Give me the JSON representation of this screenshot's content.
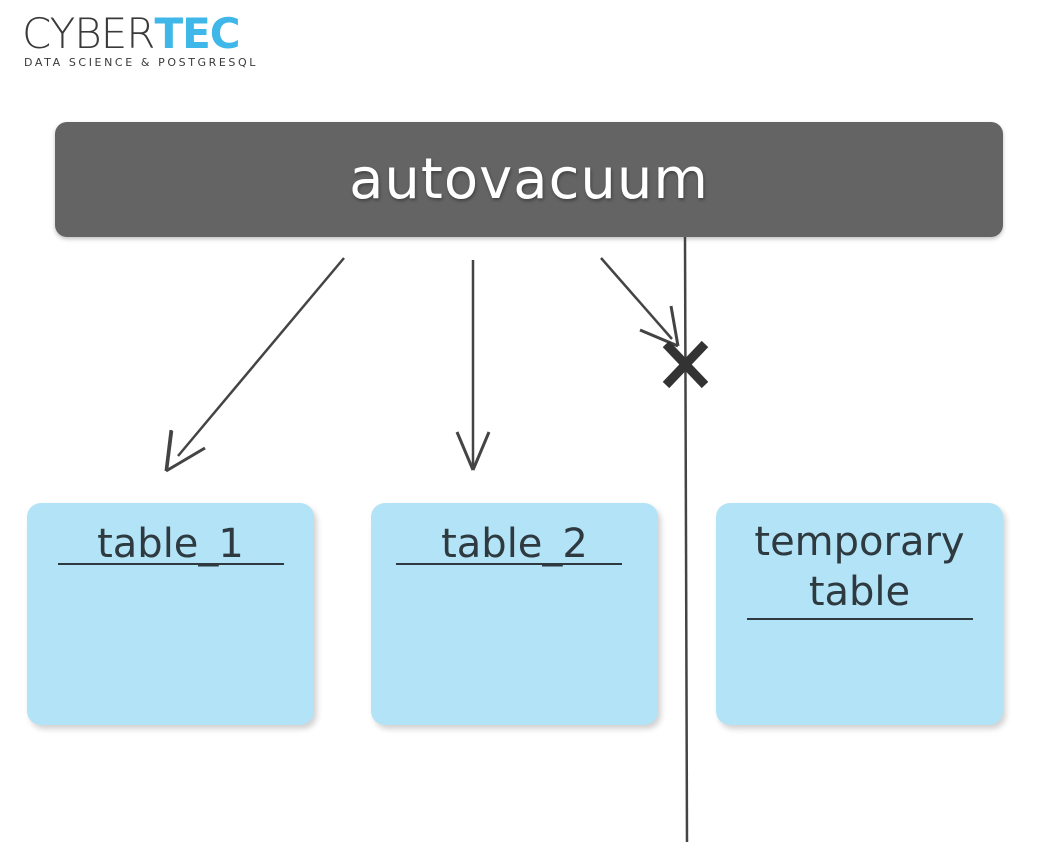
{
  "logo": {
    "brand_part1": "CYBER",
    "brand_part2": "TEC",
    "tagline": "DATA SCIENCE & POSTGRESQL",
    "colors": {
      "dark": "#3a3a3a",
      "accent": "#3fb7e8"
    }
  },
  "process": {
    "label": "autovacuum",
    "color": "#646464"
  },
  "tables": [
    {
      "line1": "table_1",
      "line2": ""
    },
    {
      "line1": "table_2",
      "line2": ""
    },
    {
      "line1": "temporary",
      "line2": "table"
    }
  ],
  "colors": {
    "table_fill": "#b2e3f6",
    "arrow": "#444444",
    "blocker": "#333333"
  },
  "icons": {
    "blocked_marker": "x-mark-icon"
  }
}
